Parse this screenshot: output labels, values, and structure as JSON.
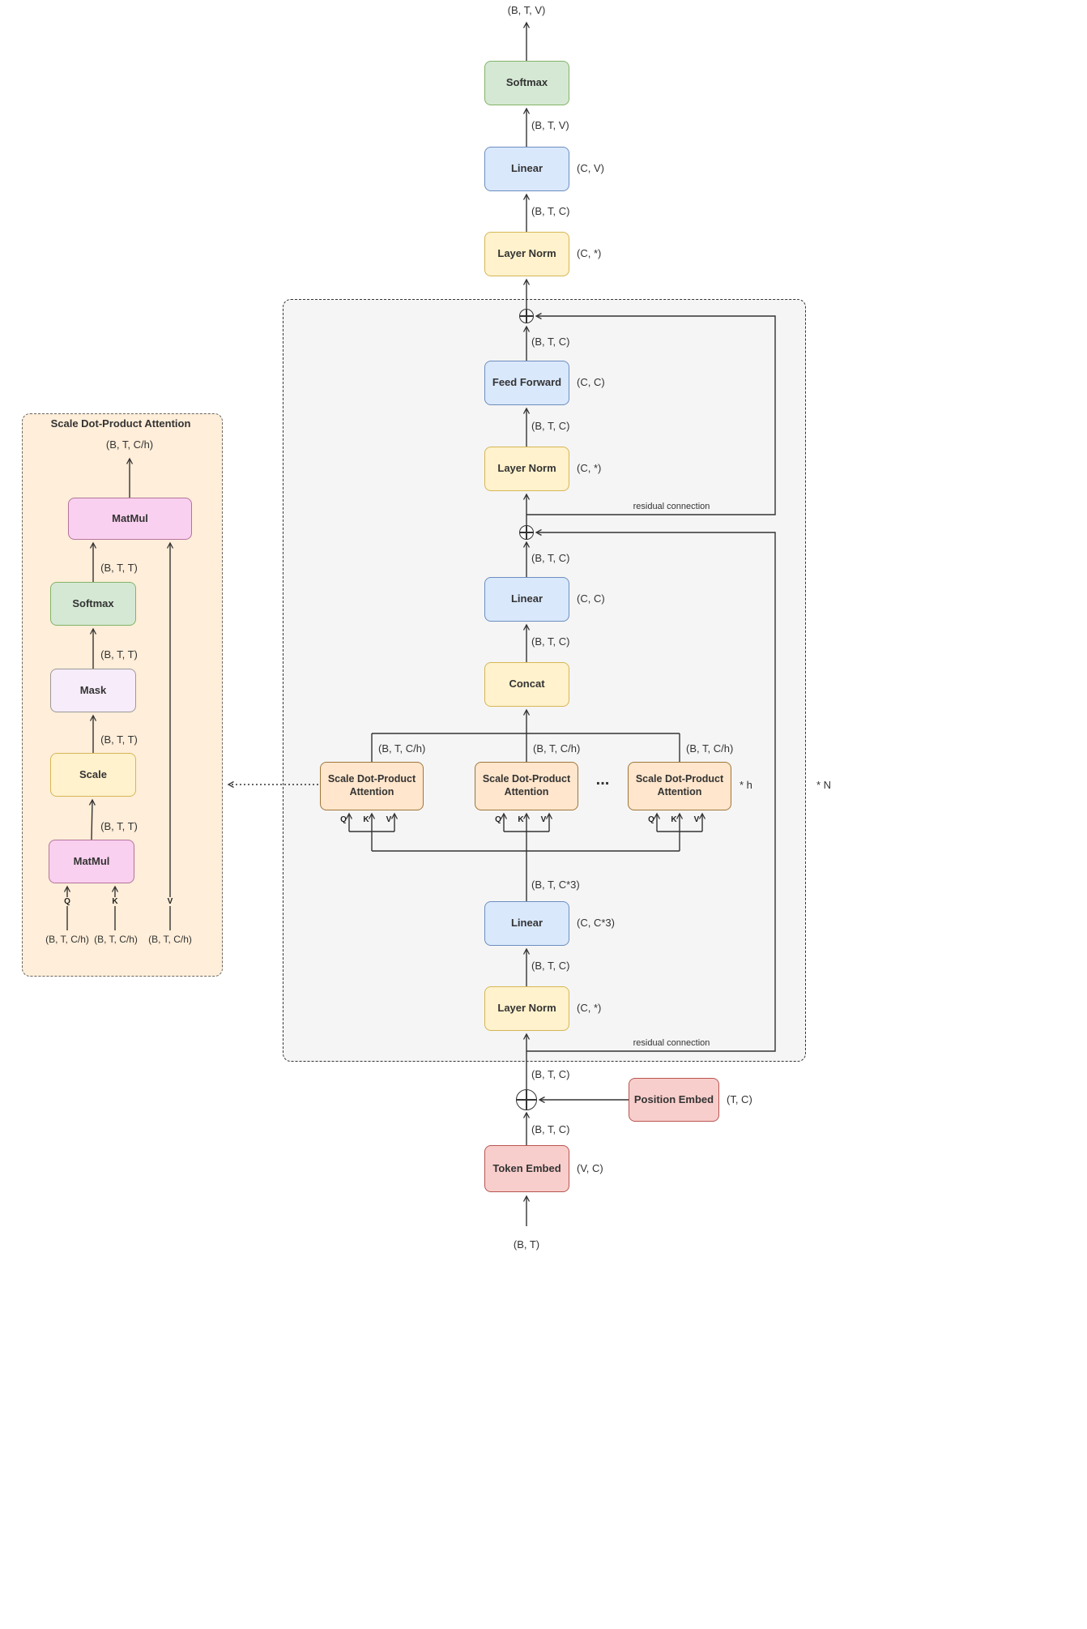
{
  "colors": {
    "green_fill": "#d5e8d4",
    "green_stroke": "#82b366",
    "blue_fill": "#dae8fc",
    "blue_stroke": "#6c8ebf",
    "yellow_fill": "#fff2cc",
    "yellow_stroke": "#d6b656",
    "orange_fill": "#ffe6cc",
    "orange_stroke": "#a0763a",
    "red_fill": "#f8cecc",
    "red_stroke": "#b85450",
    "pink_fill": "#f9d0ef",
    "pink_stroke": "#b5739d",
    "mask_fill": "#f7ecf9",
    "mask_stroke": "#999999",
    "line": "#333333"
  },
  "labels": {
    "btv": "(B, T, V)",
    "btc": "(B, T, C)",
    "btc3": "(B, T, C*3)",
    "btch": "(B, T, C/h)",
    "btt": "(B, T, T)",
    "bt": "(B, T)"
  },
  "main": {
    "softmax": "Softmax",
    "linear": "Linear",
    "layer_norm": "Layer Norm",
    "feed_forward": "Feed Forward",
    "concat": "Concat",
    "attention_head": "Scale Dot-Product Attention",
    "token_embed": "Token Embed",
    "position_embed": "Position Embed",
    "side_cv": "(C, V)",
    "side_cstar": "(C, *)",
    "side_cc": "(C, C)",
    "side_cc3": "(C, C*3)",
    "side_tc": "(T, C)",
    "side_vc": "(V, C)",
    "residual": "residual connection",
    "dots": "...",
    "times_h": "* h",
    "times_n": "* N",
    "q": "Q",
    "k": "K",
    "v": "V"
  },
  "detail": {
    "title": "Scale Dot-Product Attention",
    "matmul": "MatMul",
    "softmax": "Softmax",
    "mask": "Mask",
    "scale": "Scale",
    "q": "Q",
    "k": "K",
    "v": "V"
  }
}
